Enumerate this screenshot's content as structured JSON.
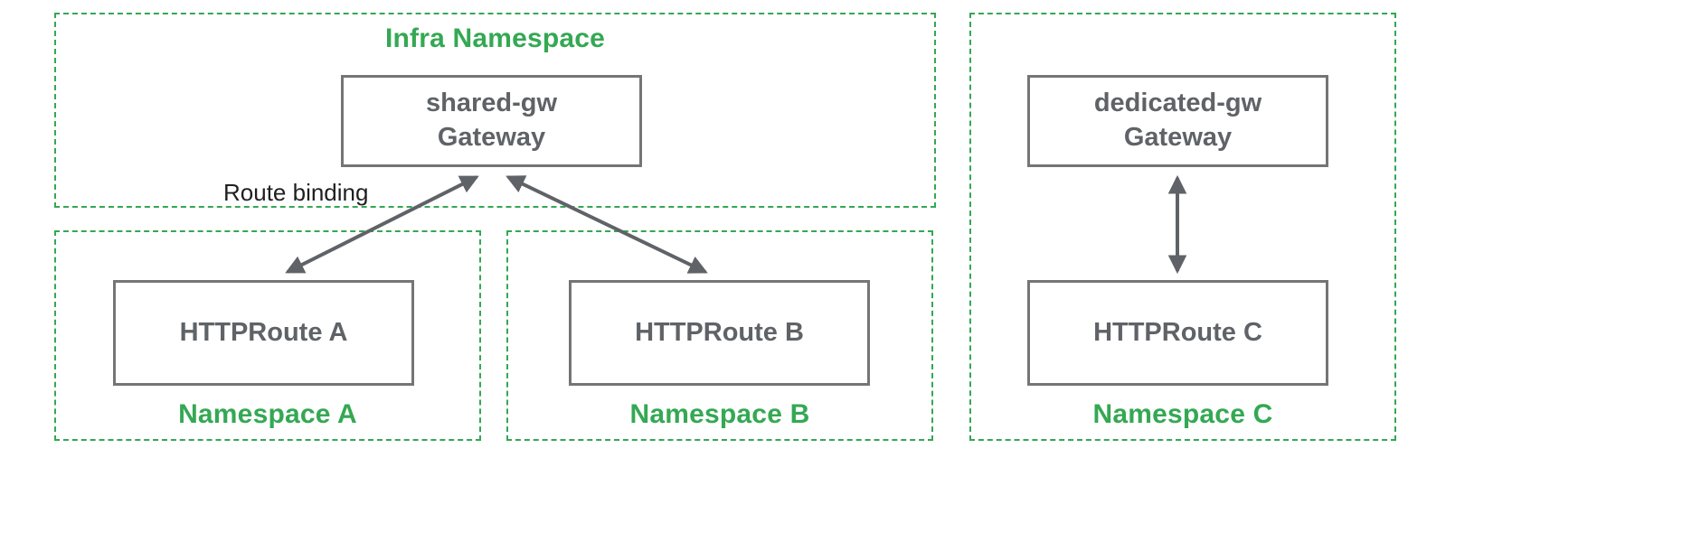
{
  "colors": {
    "namespace_green": "#34a853",
    "node_text_gray": "#5f6368",
    "node_border_gray": "#757575",
    "arrow_gray": "#5f6368",
    "annotation_black": "#1f1f1f"
  },
  "infra_namespace": {
    "label": "Infra Namespace",
    "gateway": {
      "line1": "shared-gw",
      "line2": "Gateway"
    }
  },
  "annotations": {
    "route_binding": "Route binding"
  },
  "namespace_a": {
    "label": "Namespace A",
    "route_label": "HTTPRoute A"
  },
  "namespace_b": {
    "label": "Namespace B",
    "route_label": "HTTPRoute B"
  },
  "namespace_c": {
    "label": "Namespace C",
    "gateway": {
      "line1": "dedicated-gw",
      "line2": "Gateway"
    },
    "route_label": "HTTPRoute C"
  }
}
